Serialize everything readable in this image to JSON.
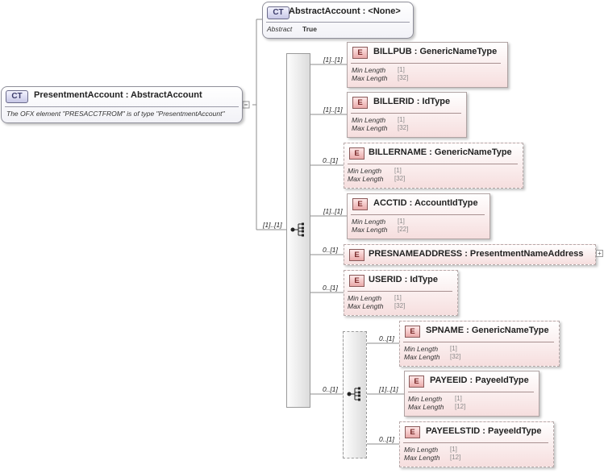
{
  "root": {
    "badge": "CT",
    "title": "PresentmentAccount : AbstractAccount",
    "description": "The OFX element \"PRESACCTFROM\" is of type \"PresentmentAccount\""
  },
  "abstract_type": {
    "badge": "CT",
    "title": "AbstractAccount : <None>",
    "prop_label": "Abstract",
    "prop_value": "True"
  },
  "sequence_cardinality": "[1]..[1]",
  "inner_sequence_cardinality": "0..[1]",
  "facet_labels": {
    "min": "Min Length",
    "max": "Max Length"
  },
  "elements": [
    {
      "badge": "E",
      "name": "BILLPUB",
      "type": "GenericNameType",
      "cardinality": "[1]..[1]",
      "min": "[1]",
      "max": "[32]"
    },
    {
      "badge": "E",
      "name": "BILLERID",
      "type": "IdType",
      "cardinality": "[1]..[1]",
      "min": "[1]",
      "max": "[32]"
    },
    {
      "badge": "E",
      "name": "BILLERNAME",
      "type": "GenericNameType",
      "cardinality": "0..[1]",
      "min": "[1]",
      "max": "[32]"
    },
    {
      "badge": "E",
      "name": "ACCTID",
      "type": "AccountIdType",
      "cardinality": "[1]..[1]",
      "min": "[1]",
      "max": "[22]"
    },
    {
      "badge": "E",
      "name": "PRESNAMEADDRESS",
      "type": "PresentmentNameAddress",
      "cardinality": "0..[1]",
      "expand": "+"
    },
    {
      "badge": "E",
      "name": "USERID",
      "type": "IdType",
      "cardinality": "0..[1]",
      "min": "[1]",
      "max": "[32]"
    },
    {
      "badge": "E",
      "name": "SPNAME",
      "type": "GenericNameType",
      "cardinality": "0..[1]",
      "min": "[1]",
      "max": "[32]"
    },
    {
      "badge": "E",
      "name": "PAYEEID",
      "type": "PayeeIdType",
      "cardinality": "[1]..[1]",
      "min": "[1]",
      "max": "[12]"
    },
    {
      "badge": "E",
      "name": "PAYEELSTID",
      "type": "PayeeIdType",
      "cardinality": "0..[1]",
      "min": "[1]",
      "max": "[12]"
    }
  ]
}
